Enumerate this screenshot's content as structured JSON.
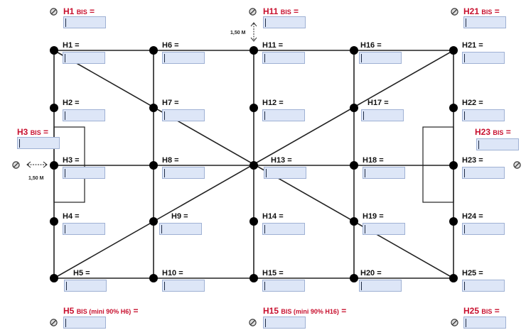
{
  "points": [
    {
      "id": "H1",
      "label": "H1 ="
    },
    {
      "id": "H2",
      "label": "H2 ="
    },
    {
      "id": "H3",
      "label": "H3 ="
    },
    {
      "id": "H4",
      "label": "H4 ="
    },
    {
      "id": "H5",
      "label": "H5 ="
    },
    {
      "id": "H6",
      "label": "H6 ="
    },
    {
      "id": "H7",
      "label": "H7 ="
    },
    {
      "id": "H8",
      "label": "H8 ="
    },
    {
      "id": "H9",
      "label": "H9 ="
    },
    {
      "id": "H10",
      "label": "H10 ="
    },
    {
      "id": "H11",
      "label": "H11 ="
    },
    {
      "id": "H12",
      "label": "H12 ="
    },
    {
      "id": "H13",
      "label": "H13 ="
    },
    {
      "id": "H14",
      "label": "H14 ="
    },
    {
      "id": "H15",
      "label": "H15 ="
    },
    {
      "id": "H16",
      "label": "H16 ="
    },
    {
      "id": "H17",
      "label": "H17 ="
    },
    {
      "id": "H18",
      "label": "H18 ="
    },
    {
      "id": "H19",
      "label": "H19 ="
    },
    {
      "id": "H20",
      "label": "H20 ="
    },
    {
      "id": "H21",
      "label": "H21 ="
    },
    {
      "id": "H22",
      "label": "H22 ="
    },
    {
      "id": "H23",
      "label": "H23 ="
    },
    {
      "id": "H24",
      "label": "H24 ="
    },
    {
      "id": "H25",
      "label": "H25 ="
    }
  ],
  "bis": {
    "h1": {
      "main": "H1",
      "sub": "BIS",
      "eq": " ="
    },
    "h11": {
      "main": "H11",
      "sub": "BIS",
      "eq": " ="
    },
    "h21": {
      "main": "H21",
      "sub": "BIS",
      "eq": " ="
    },
    "h3": {
      "main": "H3",
      "sub": "BIS",
      "eq": " ="
    },
    "h23": {
      "main": "H23",
      "sub": "BIS",
      "eq": " ="
    },
    "h5": {
      "main": "H5",
      "sub": "BIS (mini 90% H6)",
      "eq": " ="
    },
    "h15": {
      "main": "H15",
      "sub": "BIS (mini 90% H16)",
      "eq": " ="
    },
    "h25": {
      "main": "H25",
      "sub": "BIS",
      "eq": " ="
    }
  },
  "distances": {
    "top": "1,50 M",
    "left": "1,50 M"
  },
  "colors": {
    "line": "#222222",
    "node": "#000000",
    "field_bg": "#dde6f7",
    "bis_label": "#c8102e"
  },
  "icons": {
    "no_point": "circle-slash-icon",
    "distance": "double-arrow-icon"
  }
}
